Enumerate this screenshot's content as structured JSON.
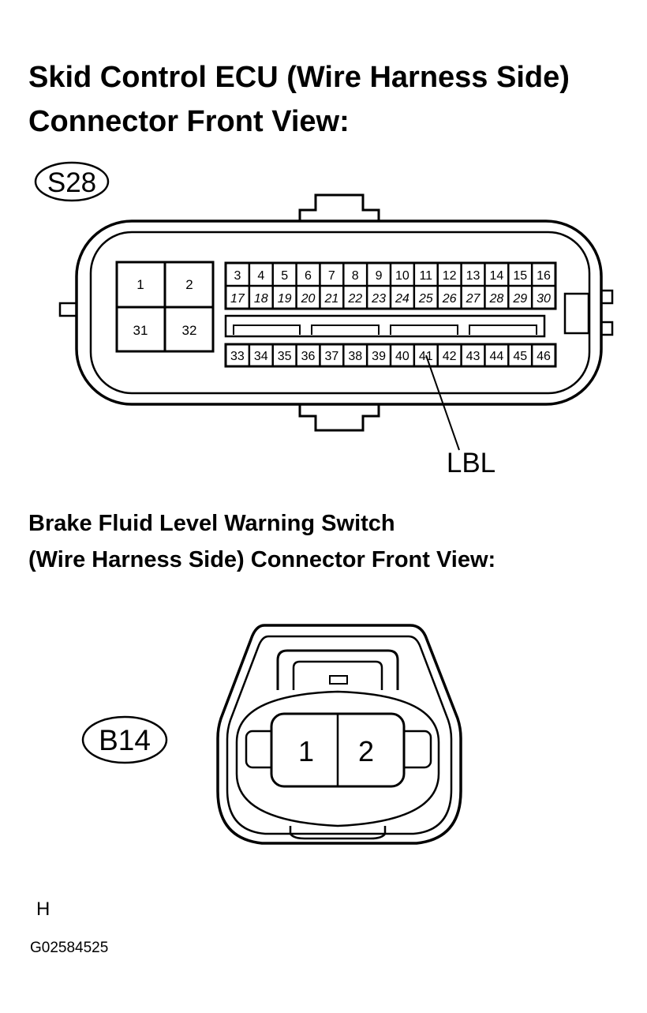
{
  "diagram1": {
    "title_line1": "Skid Control ECU (Wire Harness Side)",
    "title_line2": "Connector Front View:",
    "connector_code": "S28",
    "large_pins": [
      "1",
      "2",
      "31",
      "32"
    ],
    "row1_pins": [
      "3",
      "4",
      "5",
      "6",
      "7",
      "8",
      "9",
      "10",
      "11",
      "12",
      "13",
      "14",
      "15",
      "16"
    ],
    "row2_pins": [
      "17",
      "18",
      "19",
      "20",
      "21",
      "22",
      "23",
      "24",
      "25",
      "26",
      "27",
      "28",
      "29",
      "30"
    ],
    "row3_pins": [
      "33",
      "34",
      "35",
      "36",
      "37",
      "38",
      "39",
      "40",
      "41",
      "42",
      "43",
      "44",
      "45",
      "46"
    ],
    "callout_label": "LBL"
  },
  "diagram2": {
    "title_line1": "Brake Fluid Level Warning Switch",
    "title_line2": "(Wire Harness Side) Connector Front View:",
    "connector_code": "B14",
    "pins": [
      "1",
      "2"
    ]
  },
  "footer": {
    "letter": "H",
    "figure_id": "G02584525"
  }
}
